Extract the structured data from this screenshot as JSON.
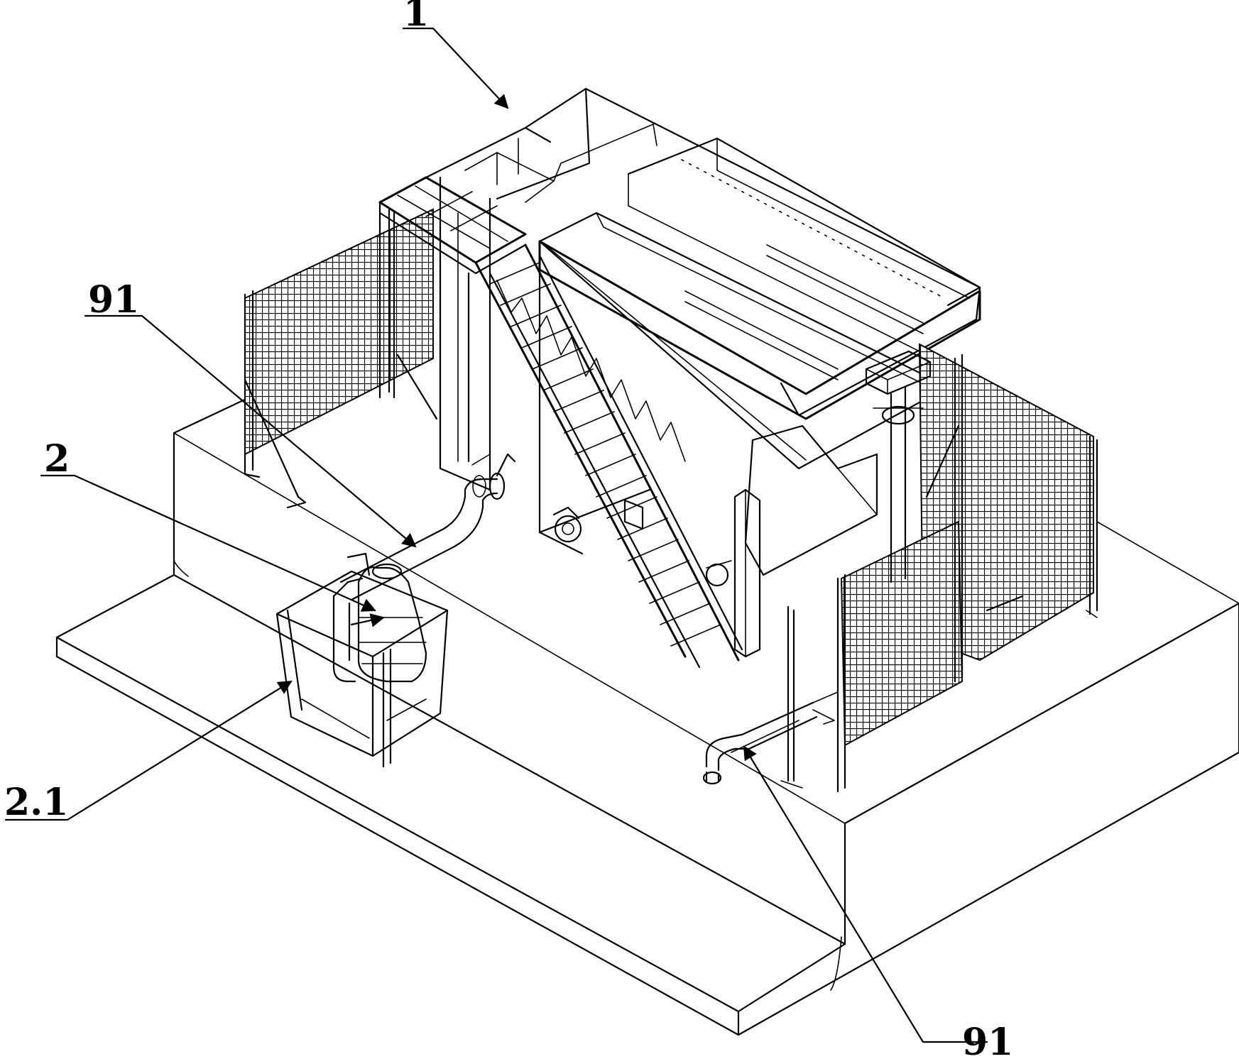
{
  "figure": {
    "colors": {
      "ink": "#000000",
      "paper": "#ffffff"
    },
    "callouts": [
      {
        "id": "c1",
        "label": "1"
      },
      {
        "id": "c91a",
        "label": "91"
      },
      {
        "id": "c2",
        "label": "2"
      },
      {
        "id": "c21",
        "label": "2.1"
      },
      {
        "id": "c91b",
        "label": "91"
      }
    ]
  }
}
